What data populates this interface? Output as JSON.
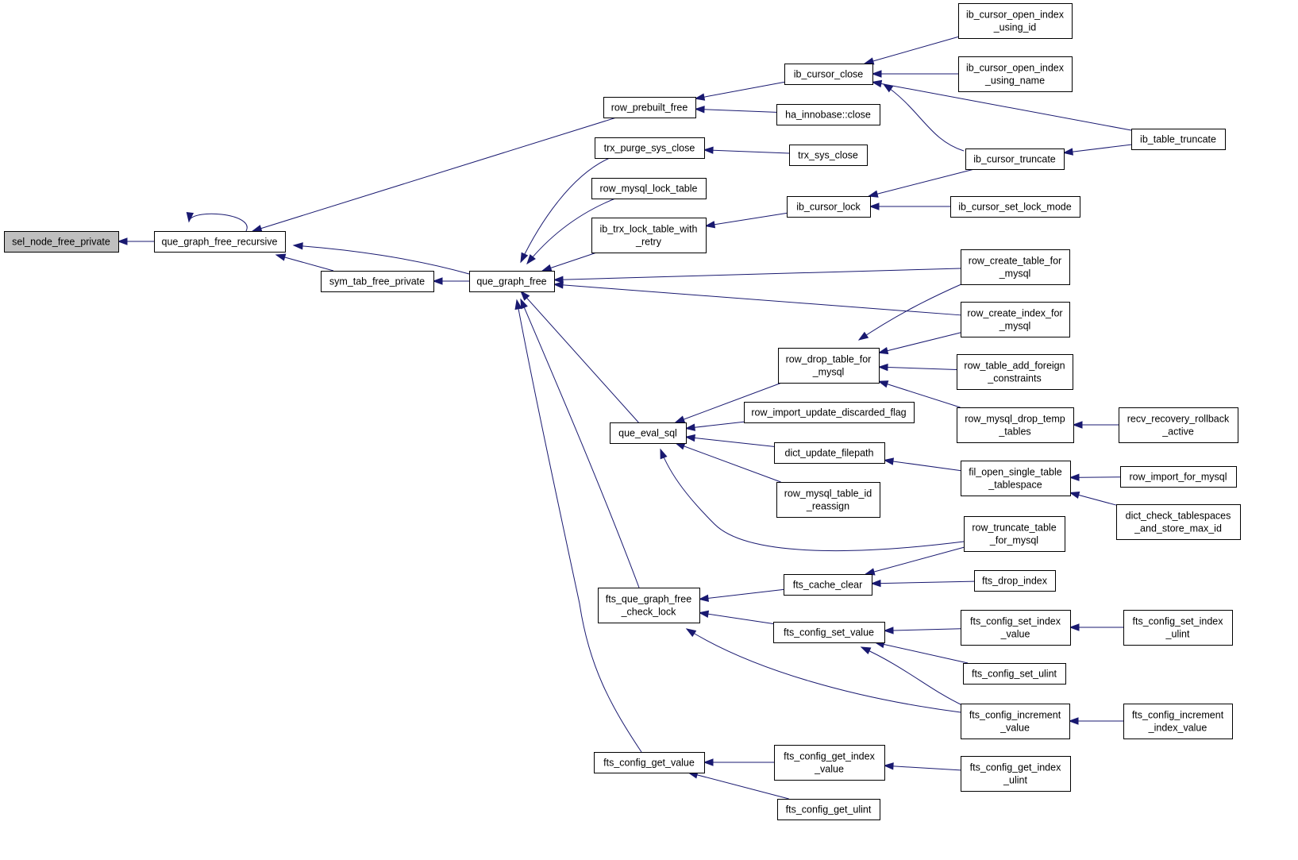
{
  "diagram": {
    "root": "n_sel",
    "nodes": [
      {
        "id": "n_sel",
        "label": [
          "sel_node_free_private"
        ],
        "root": true
      },
      {
        "id": "n_qgfr",
        "label": [
          "que_graph_free_recursive"
        ]
      },
      {
        "id": "n_stfp",
        "label": [
          "sym_tab_free_private"
        ]
      },
      {
        "id": "n_qgf",
        "label": [
          "que_graph_free"
        ]
      },
      {
        "id": "n_rpf",
        "label": [
          "row_prebuilt_free"
        ]
      },
      {
        "id": "n_tpsc",
        "label": [
          "trx_purge_sys_close"
        ]
      },
      {
        "id": "n_rmlt",
        "label": [
          "row_mysql_lock_table"
        ]
      },
      {
        "id": "n_itlt",
        "label": [
          "ib_trx_lock_table_with",
          "_retry"
        ]
      },
      {
        "id": "n_qes",
        "label": [
          "que_eval_sql"
        ]
      },
      {
        "id": "n_fqgf",
        "label": [
          "fts_que_graph_free",
          "_check_lock"
        ]
      },
      {
        "id": "n_fcgv",
        "label": [
          "fts_config_get_value"
        ]
      },
      {
        "id": "n_icc",
        "label": [
          "ib_cursor_close"
        ]
      },
      {
        "id": "n_hic",
        "label": [
          "ha_innobase::close"
        ]
      },
      {
        "id": "n_tsc",
        "label": [
          "trx_sys_close"
        ]
      },
      {
        "id": "n_icl",
        "label": [
          "ib_cursor_lock"
        ]
      },
      {
        "id": "n_rdtf",
        "label": [
          "row_drop_table_for",
          "_mysql"
        ]
      },
      {
        "id": "n_riudf",
        "label": [
          "row_import_update_discarded_flag"
        ]
      },
      {
        "id": "n_duf",
        "label": [
          "dict_update_filepath"
        ]
      },
      {
        "id": "n_rmtir",
        "label": [
          "row_mysql_table_id",
          "_reassign"
        ]
      },
      {
        "id": "n_fcc",
        "label": [
          "fts_cache_clear"
        ]
      },
      {
        "id": "n_fcsv",
        "label": [
          "fts_config_set_value"
        ]
      },
      {
        "id": "n_fcgiv",
        "label": [
          "fts_config_get_index",
          "_value"
        ]
      },
      {
        "id": "n_fcgu",
        "label": [
          "fts_config_get_ulint"
        ]
      },
      {
        "id": "n_icoiui",
        "label": [
          "ib_cursor_open_index",
          "_using_id"
        ]
      },
      {
        "id": "n_icoiun",
        "label": [
          "ib_cursor_open_index",
          "_using_name"
        ]
      },
      {
        "id": "n_ict",
        "label": [
          "ib_cursor_truncate"
        ]
      },
      {
        "id": "n_ibtt",
        "label": [
          "ib_table_truncate"
        ]
      },
      {
        "id": "n_icslm",
        "label": [
          "ib_cursor_set_lock_mode"
        ]
      },
      {
        "id": "n_rctf",
        "label": [
          "row_create_table_for",
          "_mysql"
        ]
      },
      {
        "id": "n_rcif",
        "label": [
          "row_create_index_for",
          "_mysql"
        ]
      },
      {
        "id": "n_rtafc",
        "label": [
          "row_table_add_foreign",
          "_constraints"
        ]
      },
      {
        "id": "n_rmdtt",
        "label": [
          "row_mysql_drop_temp",
          "_tables"
        ]
      },
      {
        "id": "n_rrra",
        "label": [
          "recv_recovery_rollback",
          "_active"
        ]
      },
      {
        "id": "n_fostt",
        "label": [
          "fil_open_single_table",
          "_tablespace"
        ]
      },
      {
        "id": "n_riform",
        "label": [
          "row_import_for_mysql"
        ]
      },
      {
        "id": "n_dctsmi",
        "label": [
          "dict_check_tablespaces",
          "_and_store_max_id"
        ]
      },
      {
        "id": "n_rttf",
        "label": [
          "row_truncate_table",
          "_for_mysql"
        ]
      },
      {
        "id": "n_fdi",
        "label": [
          "fts_drop_index"
        ]
      },
      {
        "id": "n_fcsiv",
        "label": [
          "fts_config_set_index",
          "_value"
        ]
      },
      {
        "id": "n_fcsiu",
        "label": [
          "fts_config_set_index",
          "_ulint"
        ]
      },
      {
        "id": "n_fcsu",
        "label": [
          "fts_config_set_ulint"
        ]
      },
      {
        "id": "n_fciv",
        "label": [
          "fts_config_increment",
          "_value"
        ]
      },
      {
        "id": "n_fciiv",
        "label": [
          "fts_config_increment",
          "_index_value"
        ]
      },
      {
        "id": "n_fcgiu",
        "label": [
          "fts_config_get_index",
          "_ulint"
        ]
      }
    ],
    "edges": [
      [
        "n_qgfr",
        "n_sel"
      ],
      [
        "n_qgfr",
        "n_qgfr"
      ],
      [
        "n_stfp",
        "n_qgfr"
      ],
      [
        "n_qgf",
        "n_qgfr"
      ],
      [
        "n_rpf",
        "n_qgfr"
      ],
      [
        "n_qgf",
        "n_stfp"
      ],
      [
        "n_tpsc",
        "n_qgf"
      ],
      [
        "n_rmlt",
        "n_qgf"
      ],
      [
        "n_itlt",
        "n_qgf"
      ],
      [
        "n_qes",
        "n_qgf"
      ],
      [
        "n_fqgf",
        "n_qgf"
      ],
      [
        "n_fcgv",
        "n_qgf"
      ],
      [
        "n_rctf",
        "n_qgf"
      ],
      [
        "n_rcif",
        "n_qgf"
      ],
      [
        "n_icc",
        "n_rpf"
      ],
      [
        "n_hic",
        "n_rpf"
      ],
      [
        "n_tsc",
        "n_tpsc"
      ],
      [
        "n_icl",
        "n_itlt"
      ],
      [
        "n_icoiui",
        "n_icc"
      ],
      [
        "n_icoiun",
        "n_icc"
      ],
      [
        "n_ibtt",
        "n_icc"
      ],
      [
        "n_ict",
        "n_icc"
      ],
      [
        "n_ibtt",
        "n_ict"
      ],
      [
        "n_ict",
        "n_icl"
      ],
      [
        "n_icslm",
        "n_icl"
      ],
      [
        "n_rdtf",
        "n_qes"
      ],
      [
        "n_riudf",
        "n_qes"
      ],
      [
        "n_duf",
        "n_qes"
      ],
      [
        "n_rmtir",
        "n_qes"
      ],
      [
        "n_rttf",
        "n_qes"
      ],
      [
        "n_rctf",
        "n_rdtf"
      ],
      [
        "n_rcif",
        "n_rdtf"
      ],
      [
        "n_rtafc",
        "n_rdtf"
      ],
      [
        "n_rmdtt",
        "n_rdtf"
      ],
      [
        "n_rrra",
        "n_rmdtt"
      ],
      [
        "n_fostt",
        "n_duf"
      ],
      [
        "n_riform",
        "n_fostt"
      ],
      [
        "n_dctsmi",
        "n_fostt"
      ],
      [
        "n_fcc",
        "n_fqgf"
      ],
      [
        "n_fcsv",
        "n_fqgf"
      ],
      [
        "n_fciv",
        "n_fqgf"
      ],
      [
        "n_rttf",
        "n_fcc"
      ],
      [
        "n_fdi",
        "n_fcc"
      ],
      [
        "n_fcsiv",
        "n_fcsv"
      ],
      [
        "n_fcsu",
        "n_fcsv"
      ],
      [
        "n_fciv",
        "n_fcsv"
      ],
      [
        "n_fcsiu",
        "n_fcsiv"
      ],
      [
        "n_fciiv",
        "n_fciv"
      ],
      [
        "n_fcgiv",
        "n_fcgv"
      ],
      [
        "n_fcgu",
        "n_fcgv"
      ],
      [
        "n_fcgiu",
        "n_fcgiv"
      ]
    ],
    "colors": {
      "edge": "#191970",
      "node_border": "#000000",
      "root_fill": "#bfbfbf",
      "node_fill": "#ffffff"
    }
  }
}
